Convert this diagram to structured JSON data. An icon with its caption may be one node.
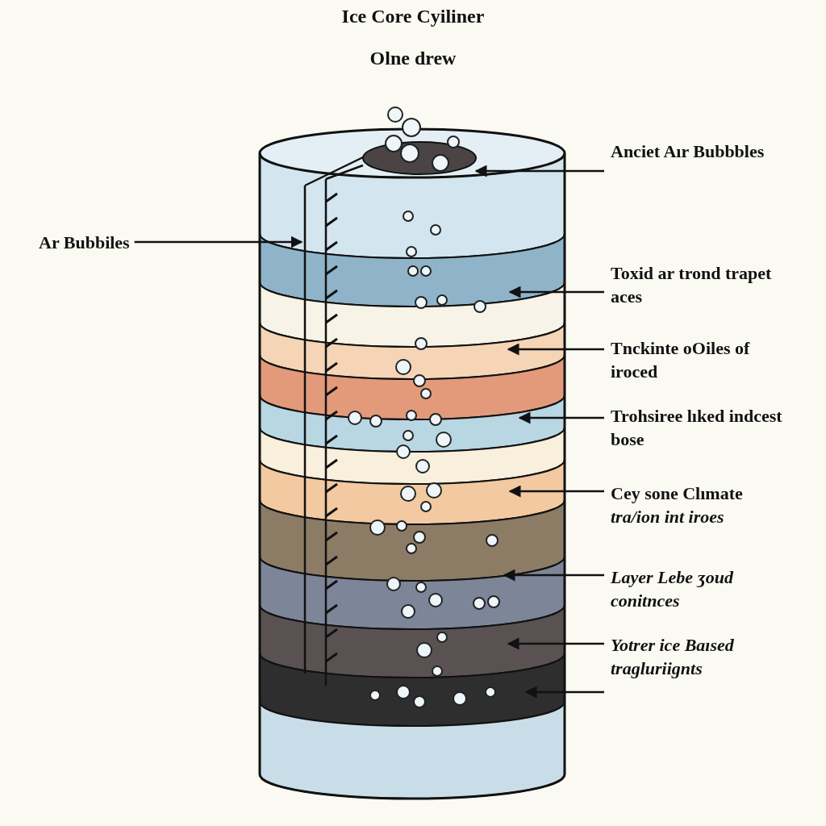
{
  "diagram": {
    "title": "Ice Core Cyiliner",
    "nodes": [
      {
        "text": [
          "Ar Bubbiles"
        ]
      },
      {
        "text": [
          "Anciet Aır Bubbbles"
        ]
      },
      {
        "text": [
          "Toxid ar trond trapet aces"
        ]
      },
      {
        "text": [
          "Tnckinte oOiles of iroced"
        ]
      },
      {
        "text": [
          "Trohsiree lıked indcest bose"
        ]
      },
      {
        "text": [
          "Cey sone Clımate *tra/ion int iroes*"
        ]
      },
      {
        "text": [
          "Layer Lebe ʒoud conitnces"
        ]
      },
      {
        "text": [
          "Yotrer ice Baısed tragluriignts"
        ]
      }
    ],
    "edges": [
      {
        "from": 0,
        "to": null,
        "arrow": "to"
      },
      {
        "from": 1,
        "to": null,
        "arrow": "to"
      },
      {
        "from": 2,
        "to": null,
        "arrow": "to"
      },
      {
        "from": 3,
        "to": null,
        "arrow": "to"
      },
      {
        "from": 4,
        "to": null,
        "arrow": "to"
      },
      {
        "from": 5,
        "to": null,
        "arrow": "to"
      },
      {
        "from": 6,
        "to": null,
        "arrow": "to"
      },
      {
        "from": 7,
        "to": null,
        "arrow": "to"
      },
      {
        "from": 7,
        "to": null,
        "arrow": "to"
      }
    ],
    "labels": [
      "Olne drew"
    ]
  }
}
